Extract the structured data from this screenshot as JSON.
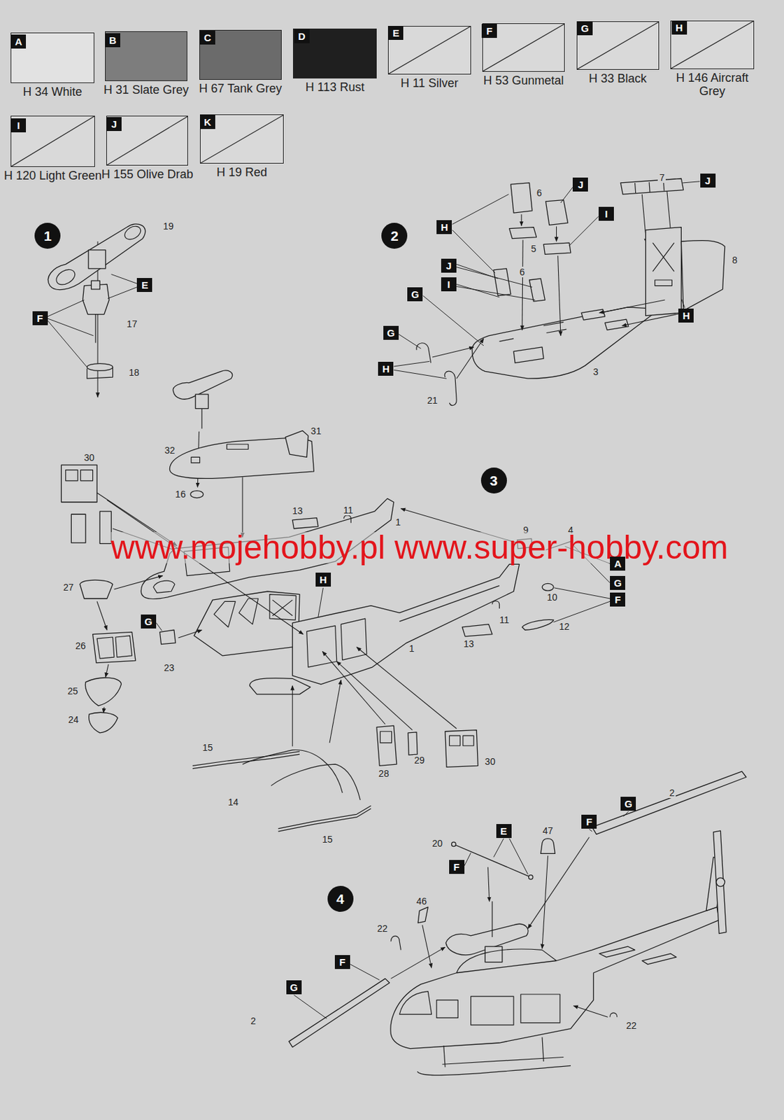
{
  "diagram": {
    "nodes": [
      {
        "text": [
          "A"
        ]
      },
      {
        "text": [
          "B"
        ]
      },
      {
        "text": [
          "C"
        ]
      },
      {
        "text": [
          "D"
        ]
      },
      {
        "text": [
          "E"
        ]
      },
      {
        "text": [
          "F"
        ]
      },
      {
        "text": [
          "G"
        ]
      },
      {
        "text": [
          "H"
        ]
      },
      {
        "text": [
          "I"
        ]
      },
      {
        "text": [
          "J"
        ]
      },
      {
        "text": [
          "K"
        ]
      },
      {
        "text": [
          "1"
        ]
      },
      {
        "text": [
          "E"
        ]
      },
      {
        "text": [
          "F"
        ]
      },
      {
        "text": [
          "2"
        ]
      },
      {
        "text": [
          "J"
        ]
      },
      {
        "text": [
          "J"
        ]
      },
      {
        "text": [
          "I"
        ]
      },
      {
        "text": [
          "H"
        ]
      },
      {
        "text": [
          "J"
        ]
      },
      {
        "text": [
          "I"
        ]
      },
      {
        "text": [
          "G"
        ]
      },
      {
        "text": [
          "H"
        ]
      },
      {
        "text": [
          "G"
        ]
      },
      {
        "text": [
          "H"
        ]
      },
      {
        "text": [
          "3"
        ]
      },
      {
        "text": [
          "A"
        ]
      },
      {
        "text": [
          "H"
        ]
      },
      {
        "text": [
          "G"
        ]
      },
      {
        "text": [
          "F"
        ]
      },
      {
        "text": [
          "G"
        ]
      },
      {
        "text": [
          "4"
        ]
      },
      {
        "text": [
          "G"
        ]
      },
      {
        "text": [
          "F"
        ]
      },
      {
        "text": [
          "E"
        ]
      },
      {
        "text": [
          "F"
        ]
      },
      {
        "text": [
          "F"
        ]
      },
      {
        "text": [
          "G"
        ]
      }
    ],
    "labels": [
      "19",
      "17",
      "18",
      "7",
      "6",
      "5",
      "8",
      "6",
      "3",
      "21",
      "31",
      "32",
      "30",
      "16",
      "13",
      "11",
      "1",
      "9",
      "4",
      "www.mojehobby.pl www.super-hobby.com",
      "27",
      "10",
      "11",
      "12",
      "13",
      "26",
      "1",
      "23",
      "25",
      "24",
      "15",
      "29",
      "30",
      "28",
      "2",
      "14",
      "47",
      "15",
      "20",
      "46",
      "22",
      "2",
      "22"
    ],
    "legend": [
      {
        "text": "H 34 White",
        "color": "#e2e2e2"
      },
      {
        "text": "H 31 Slate Grey",
        "color": "#7d7d7d"
      },
      {
        "text": "H 67 Tank Grey",
        "color": "#6b6b6b"
      },
      {
        "text": "H 113 Rust",
        "color": "#1f1f1f"
      },
      {
        "text": "H 11 Silver",
        "color": "#d9d9d9"
      },
      {
        "text": "H 53 Gunmetal",
        "color": "#d9d9d9"
      },
      {
        "text": "H 33 Black",
        "color": "#d9d9d9"
      },
      {
        "text": "H 146 Aircraft Grey",
        "color": "#d9d9d9"
      },
      {
        "text": "H 120 Light Green",
        "color": "#d9d9d9"
      },
      {
        "text": "H 155 Olive Drab",
        "color": "#d9d9d9"
      },
      {
        "text": "H 19 Red",
        "color": "#d9d9d9"
      }
    ]
  }
}
